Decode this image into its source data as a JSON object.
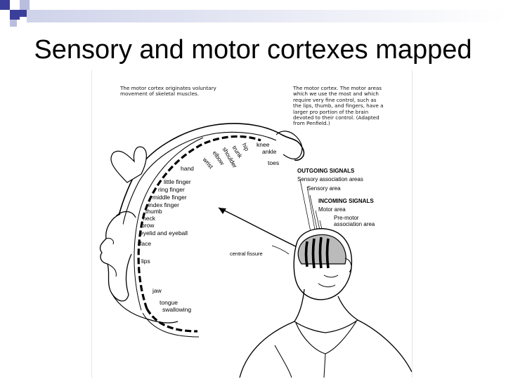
{
  "slide": {
    "title": "Sensory and motor cortexes mapped"
  },
  "figure": {
    "note_left": "The motor cortex originates voluntary movement of skeletal muscles.",
    "note_right": "The motor cortex. The motor areas which we use the most and which require very fine control, such as the lips, thumb, and fingers, have a larger pro portion of the brain devoted to their control. (Adapted from Penfield.)",
    "body_labels": {
      "knee": "knee",
      "hip": "hip",
      "trunk": "trunk",
      "ankle": "ankle",
      "shoulder": "shoulder",
      "elbow": "elbow",
      "wrist": "wrist",
      "toes": "toes",
      "hand": "hand",
      "little_finger": "little finger",
      "ring_finger": "ring finger",
      "middle_finger": "middle finger",
      "index_finger": "index finger",
      "thumb": "thumb",
      "neck": "neck",
      "brow": "brow",
      "eyelid_and_eyeball": "eyelid and eyeball",
      "face": "face",
      "lips": "lips",
      "jaw": "jaw",
      "tongue": "tongue",
      "swallowing": "swallowing"
    },
    "brain_labels": {
      "outgoing_signals": "OUTGOING SIGNALS",
      "sensory_association_areas": "Sensory association areas",
      "sensory_area": "Sensory area",
      "incoming_signals": "INCOMING SIGNALS",
      "motor_area": "Motor area",
      "premotor_association_area": "Pre-motor association area",
      "central_fissure": "central fissure"
    }
  }
}
